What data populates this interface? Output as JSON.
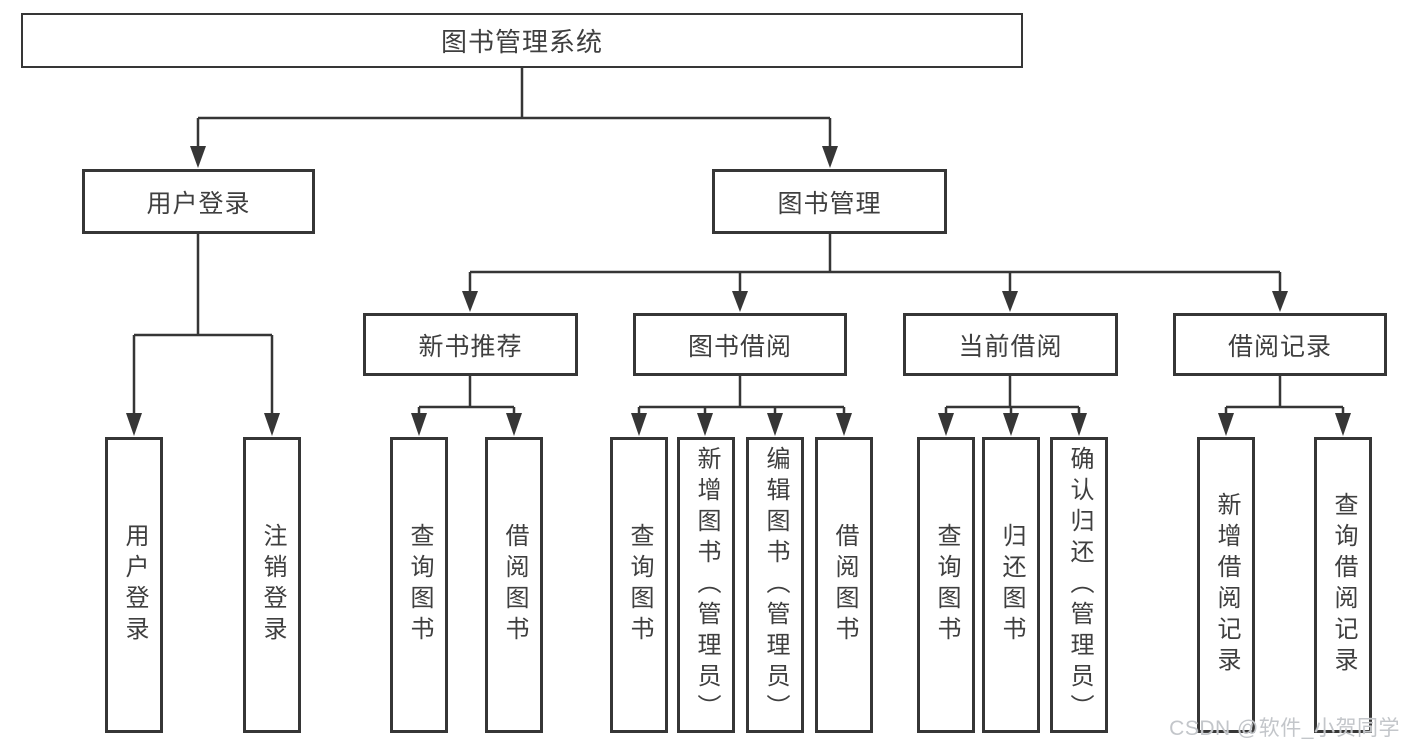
{
  "tree": {
    "root": {
      "label": "图书管理系统"
    },
    "branches": [
      {
        "label": "用户登录",
        "children": [
          {
            "label": "用户登录"
          },
          {
            "label": "注销登录"
          }
        ]
      },
      {
        "label": "图书管理",
        "sections": [
          {
            "label": "新书推荐",
            "children": [
              {
                "label": "查询图书"
              },
              {
                "label": "借阅图书"
              }
            ]
          },
          {
            "label": "图书借阅",
            "children": [
              {
                "label": "查询图书"
              },
              {
                "label": "新增图书（管理员）"
              },
              {
                "label": "编辑图书（管理员）"
              },
              {
                "label": "借阅图书"
              }
            ]
          },
          {
            "label": "当前借阅",
            "children": [
              {
                "label": "查询图书"
              },
              {
                "label": "归还图书"
              },
              {
                "label": "确认归还（管理员）"
              }
            ]
          },
          {
            "label": "借阅记录",
            "children": [
              {
                "label": "新增借阅记录"
              },
              {
                "label": "查询借阅记录"
              }
            ]
          }
        ]
      }
    ]
  },
  "watermark": {
    "text": "CSDN @软件_小贺同学"
  },
  "colors": {
    "line": "#363636",
    "border": "#363636",
    "text": "#3f3f3f",
    "watermark": "#c3c6ca",
    "background": "#ffffff"
  }
}
